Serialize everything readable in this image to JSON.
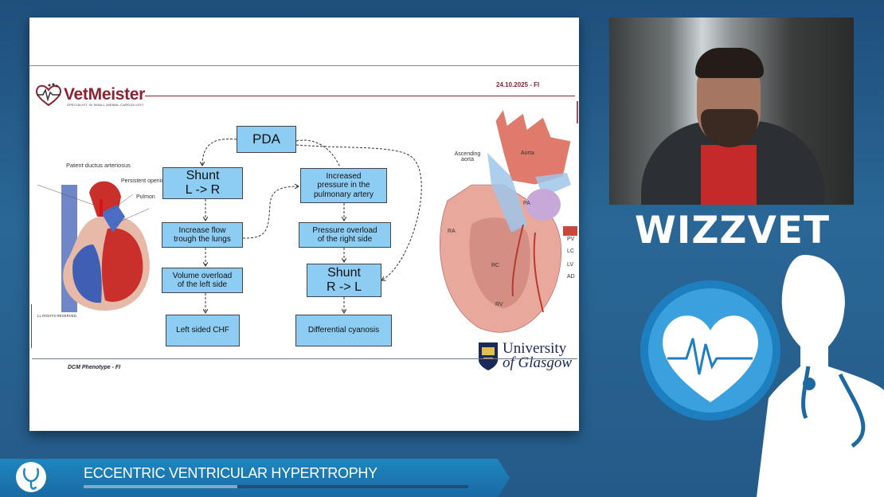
{
  "slide": {
    "logo": {
      "name": "VetMeister",
      "tagline": "SPECIALIST IN SMALL ANIMAL CARDIOLOGY"
    },
    "date": "24.10.2025 - FI",
    "footer": "DCM Phenotype - FI",
    "left_image": {
      "title": "Patent ductus arteriosus",
      "labels": [
        "Persistent opening",
        "Pulmonary artery"
      ],
      "copyright": "LL RIGHTS RESERVED."
    },
    "flow": {
      "pda": "PDA",
      "shunt_lr": [
        "Shunt",
        "L -> R"
      ],
      "increase_flow": [
        "Increase flow",
        "trough the lungs"
      ],
      "volume_overload": [
        "Volume overload",
        "of the left side"
      ],
      "left_chf": "Left sided CHF",
      "increased_pressure": [
        "Increased",
        "pressure in the",
        "pulmonary artery"
      ],
      "pressure_overload": [
        "Pressure overload",
        "of the right side"
      ],
      "shunt_rl": [
        "Shunt",
        "R -> L"
      ],
      "cyanosis": "Differential cyanosis"
    },
    "right_image": {
      "labels": {
        "ascending_aorta": "Ascending aorta",
        "aorta": "Aorta",
        "pa": "PA",
        "ra": "RA",
        "rc": "RC",
        "rv": "RV",
        "pv": "PV",
        "lc": "LC",
        "lv": "LV",
        "ad": "AD"
      }
    },
    "university": [
      "University",
      "of Glasgow"
    ]
  },
  "brand": "WIZZVET",
  "lower_third": {
    "title": "ECCENTRIC VENTRICULAR HYPERTROPHY",
    "progress_percent": 40
  },
  "colors": {
    "box": "#8ecdf3",
    "accent": "#8b2331",
    "bar": "#1d86bf"
  }
}
